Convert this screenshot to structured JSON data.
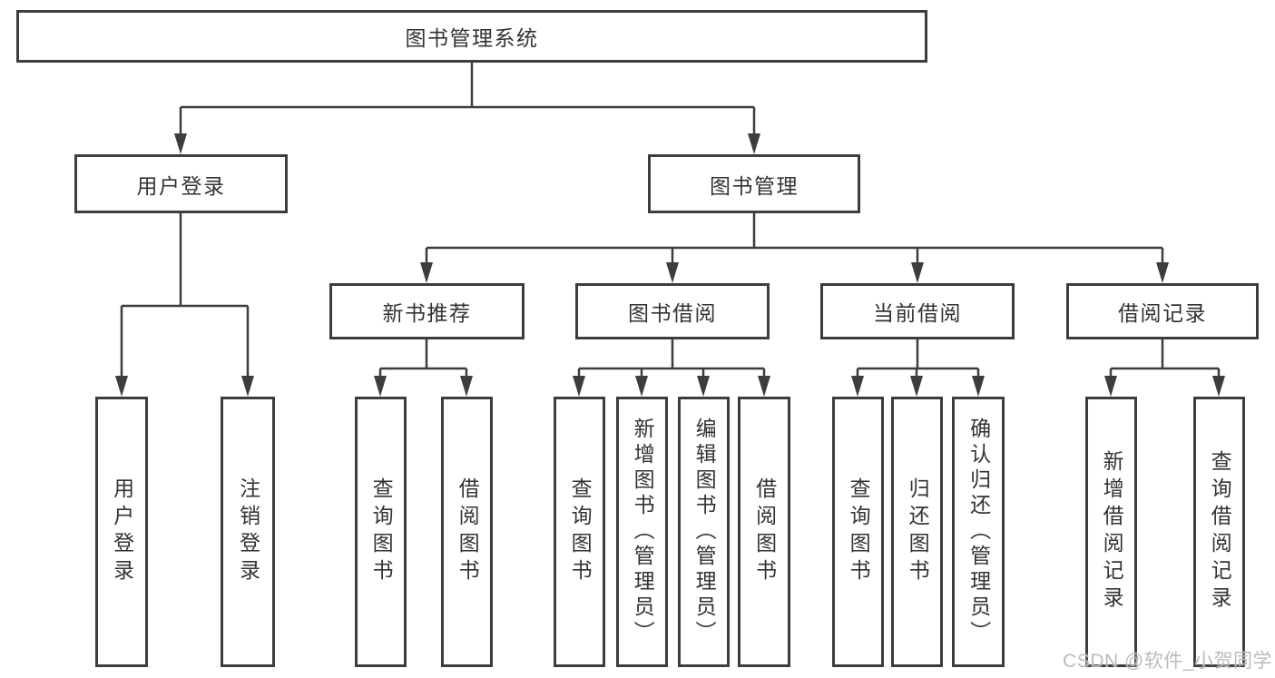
{
  "title": "图书管理系统",
  "level2": {
    "user_login": "用户登录",
    "book_management": "图书管理"
  },
  "level3": {
    "new_book_recommend": "新书推荐",
    "book_borrow": "图书借阅",
    "current_borrow": "当前借阅",
    "borrow_records": "借阅记录"
  },
  "leaves": {
    "user_login": "用户登录",
    "logout": "注销登录",
    "recommend_query_books": "查询图书",
    "recommend_borrow_books": "借阅图书",
    "borrow_query_books": "查询图书",
    "borrow_add_books_admin": "新增图书（管理员）",
    "borrow_edit_books_admin": "编辑图书（管理员）",
    "borrow_borrow_books": "借阅图书",
    "current_query_books": "查询图书",
    "current_return_books": "归还图书",
    "current_confirm_return_admin": "确认归还（管理员）",
    "records_add_record": "新增借阅记录",
    "records_query_record": "查询借阅记录"
  },
  "watermark": "CSDN @软件_小贺同学",
  "colors": {
    "line": "#3d3d3d",
    "text": "#333333",
    "watermark": "#b7b7b7",
    "background": "#ffffff"
  }
}
